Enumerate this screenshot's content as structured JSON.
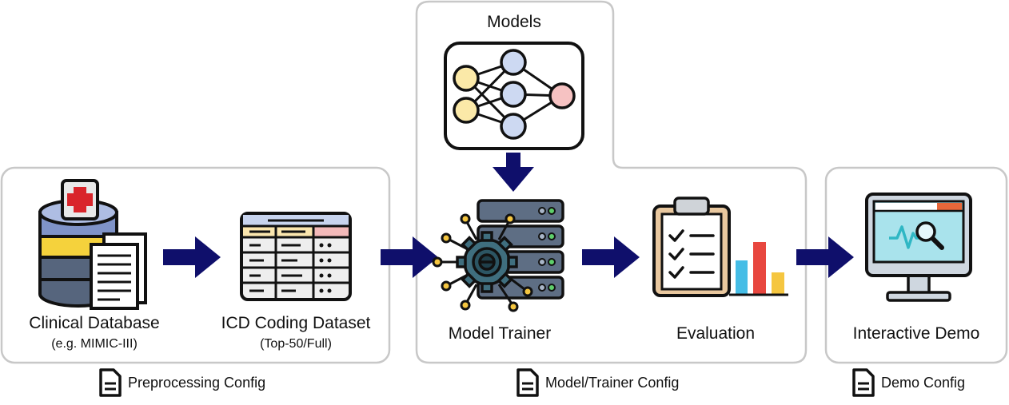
{
  "groups": {
    "preprocessing": {
      "clinical_database": {
        "title": "Clinical Database",
        "subtitle": "(e.g. MIMIC-III)"
      },
      "icd_dataset": {
        "title": "ICD Coding Dataset",
        "subtitle": "(Top-50/Full)"
      },
      "config": "Preprocessing Config"
    },
    "model_trainer": {
      "models_title": "Models",
      "trainer_title": "Model Trainer",
      "evaluation_title": "Evaluation",
      "config": "Model/Trainer Config"
    },
    "demo": {
      "demo_title": "Interactive Demo",
      "config": "Demo Config"
    }
  },
  "colors": {
    "arrow": "#0f0f6b",
    "group_border": "#c8c8c8",
    "db_blue": "#7f93c8",
    "db_yellow": "#f5d23c",
    "db_slate": "#56657d",
    "cross": "#d9252b",
    "node_yellow": "#fbe9a8",
    "node_blue": "#cdd9f2",
    "node_pink": "#f6c2c2",
    "gear": "#3f6e7e",
    "server": "#5e6e84",
    "clipboard": "#e9c89f",
    "bar_blue": "#45bde6",
    "bar_red": "#e8473f",
    "bar_yellow": "#f5c640",
    "monitor": "#a9e3ec",
    "monitor_tab": "#e7673a",
    "pulse": "#2fb7c4"
  },
  "icons": [
    "database-icon",
    "document-icon",
    "spreadsheet-icon",
    "neural-network-icon",
    "server-gear-icon",
    "clipboard-checklist-icon",
    "bar-chart-icon",
    "monitor-magnifier-icon",
    "config-file-icon"
  ]
}
